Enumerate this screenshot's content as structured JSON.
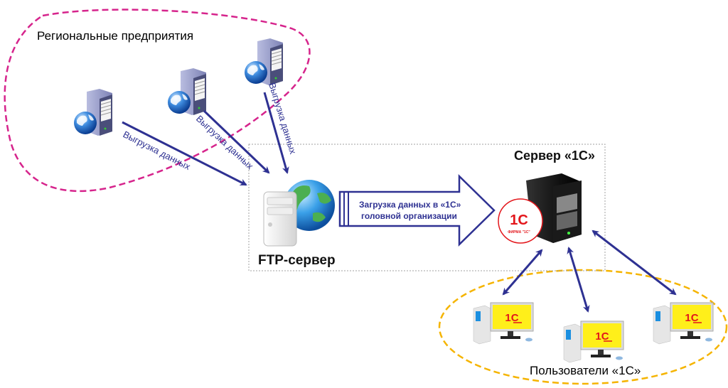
{
  "groups": {
    "regional": {
      "label": "Региональные предприятия",
      "border_color": "#d6248c"
    },
    "users": {
      "label": "Пользователи «1С»",
      "border_color": "#f5b400"
    }
  },
  "nodes": {
    "regional_servers": [
      {
        "name": "regional-server-1",
        "icon": "server-globe-icon"
      },
      {
        "name": "regional-server-2",
        "icon": "server-globe-icon"
      },
      {
        "name": "regional-server-3",
        "icon": "server-globe-icon"
      }
    ],
    "ftp_server": {
      "label": "FTP-сервер",
      "icon": "ftp-server-globe-icon"
    },
    "server_1c": {
      "label": "Сервер «1С»",
      "icon": "black-tower-server-icon",
      "logo_text": "1С",
      "logo_caption": "ФИРМА \"1С\""
    },
    "user_workstations": [
      {
        "name": "user-workstation-1",
        "screen_text": "1С"
      },
      {
        "name": "user-workstation-2",
        "screen_text": "1С"
      },
      {
        "name": "user-workstation-3",
        "screen_text": "1С"
      }
    ]
  },
  "edges": {
    "upload_label": "Выгрузка данных",
    "transfer_line1": "Загрузка данных в «1С»",
    "transfer_line2": "головной организации"
  },
  "colors": {
    "arrow": "#2e3192",
    "logo_red": "#e3161b",
    "screen_yellow": "#ffef1a",
    "box_border": "#a0a0a0"
  }
}
